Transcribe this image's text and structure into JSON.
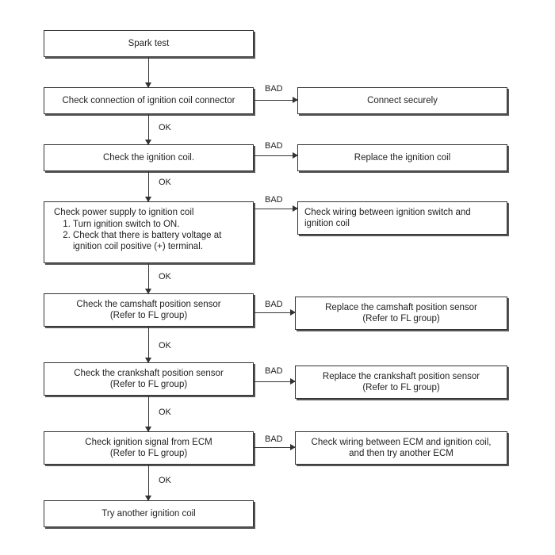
{
  "flow": {
    "start": "Spark test",
    "steps": [
      {
        "check": [
          "Check connection of ignition coil connector"
        ],
        "bad_action": [
          "Connect securely"
        ]
      },
      {
        "check": [
          "Check the ignition coil."
        ],
        "bad_action": [
          "Replace the ignition coil"
        ]
      },
      {
        "check_title": "Check power supply to ignition coil",
        "check_items": [
          "Turn ignition switch to ON.",
          "Check that there is battery voltage at ignition coil positive (+) terminal."
        ],
        "bad_action": [
          "Check wiring between ignition switch and",
          "ignition coil"
        ]
      },
      {
        "check": [
          "Check the camshaft position sensor",
          "(Refer to FL group)"
        ],
        "bad_action": [
          "Replace the camshaft position sensor",
          "(Refer to FL group)"
        ]
      },
      {
        "check": [
          "Check the crankshaft position sensor",
          "(Refer to FL group)"
        ],
        "bad_action": [
          "Replace the crankshaft position sensor",
          "(Refer to FL group)"
        ]
      },
      {
        "check": [
          "Check ignition signal from ECM",
          "(Refer to FL group)"
        ],
        "bad_action": [
          "Check wiring between ECM and ignition coil,",
          "and then try another ECM"
        ]
      }
    ],
    "end": "Try another ignition coil",
    "ok_label": "OK",
    "bad_label": "BAD"
  }
}
